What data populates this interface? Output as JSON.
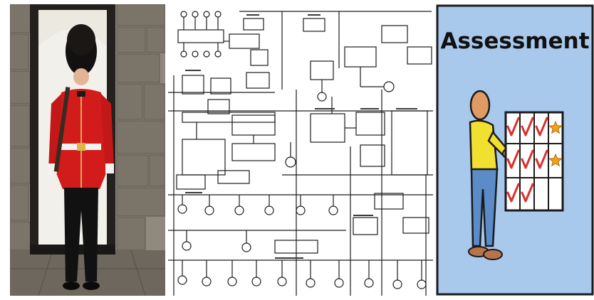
{
  "collage": {
    "panels": [
      {
        "name": "guard-photo",
        "kind": "photo"
      },
      {
        "name": "wiring-diagram",
        "kind": "diagram"
      },
      {
        "name": "assessment-clipart",
        "kind": "illustration"
      }
    ]
  },
  "assessment": {
    "title": "Assessment",
    "colors": {
      "background": "#a8c8ec",
      "check": "#d8322c",
      "star": "#f0a21a",
      "shirt": "#f2e030",
      "pants": "#5b8cc8"
    },
    "grid_marks": [
      [
        "check",
        "check",
        "check",
        "star"
      ],
      [
        "check",
        "check",
        "check",
        "star"
      ],
      [
        "check",
        "check",
        "empty",
        "empty"
      ]
    ]
  },
  "guard": {
    "colors": {
      "tunic": "#d21c1c",
      "bearskin": "#121010",
      "stone": "#7d776c",
      "sentry_box": "#23201d"
    }
  }
}
